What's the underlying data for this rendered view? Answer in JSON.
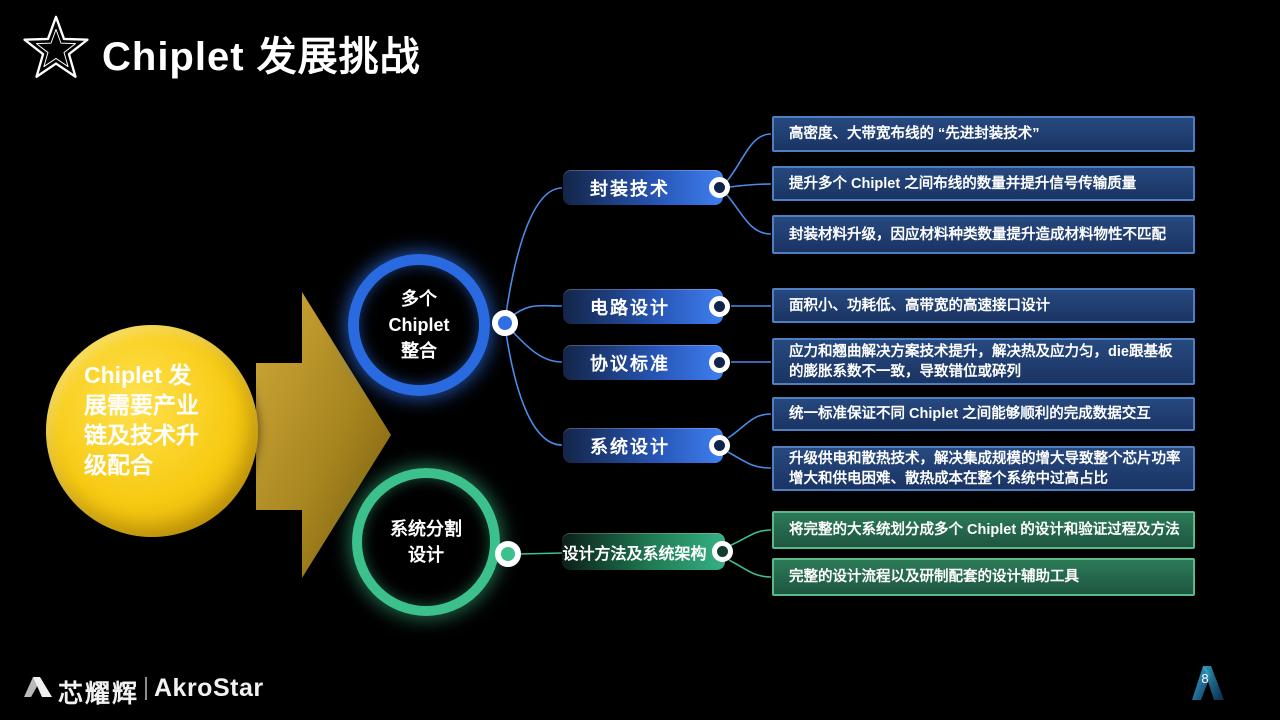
{
  "slide": {
    "title": "Chiplet 发展挑战",
    "page_number": "8"
  },
  "root_bubble": {
    "line1": "Chiplet 发",
    "line2": "展需要产业",
    "line3": "链及技术升",
    "line4": "级配合"
  },
  "nodes": {
    "integration": {
      "line1": "多个",
      "line2": "Chiplet",
      "line3": "整合"
    },
    "partition": {
      "line1": "系统分割",
      "line2": "设计"
    }
  },
  "labels": {
    "packaging": "封装技术",
    "circuit": "电路设计",
    "protocol": "协议标准",
    "system": "系统设计",
    "methodology": "设计方法及系统架构"
  },
  "details": {
    "packaging": [
      "高密度、大带宽布线的 “先进封装技术”",
      "提升多个 Chiplet 之间布线的数量并提升信号传输质量",
      "封装材料升级，因应材料种类数量提升造成材料物性不匹配"
    ],
    "circuit": [
      "面积小、功耗低、高带宽的高速接口设计"
    ],
    "protocol": [
      "应力和翘曲解决方案技术提升，解决热及应力匀，die跟基板的膨胀系数不一致，导致错位或碎列"
    ],
    "system": [
      "统一标准保证不同 Chiplet 之间能够顺利的完成数据交互",
      "升级供电和散热技术，解决集成规模的增大导致整个芯片功率增大和供电困难、散热成本在整个系统中过高占比"
    ],
    "methodology": [
      "将完整的大系统划分成多个 Chiplet 的设计和验证过程及方法",
      "完整的设计流程以及研制配套的设计辅助工具"
    ]
  },
  "footer": {
    "company_cn": "芯耀辉",
    "company_en": "AkroStar"
  },
  "icons": {
    "header": "star-icon",
    "footer": "akrostar-logo-mark",
    "page": "akrostar-page-badge"
  },
  "colors": {
    "background": "#000000",
    "blue_accent": "#2f6fe4",
    "green_accent": "#3cc08c",
    "arrow_gold": "#b08d1e",
    "bubble_yellow": "#f7ca12",
    "detail_blue_fill": "#1d3a69",
    "detail_blue_border": "#4d80c0",
    "detail_green_fill": "#26684c",
    "detail_green_border": "#59b98a"
  }
}
